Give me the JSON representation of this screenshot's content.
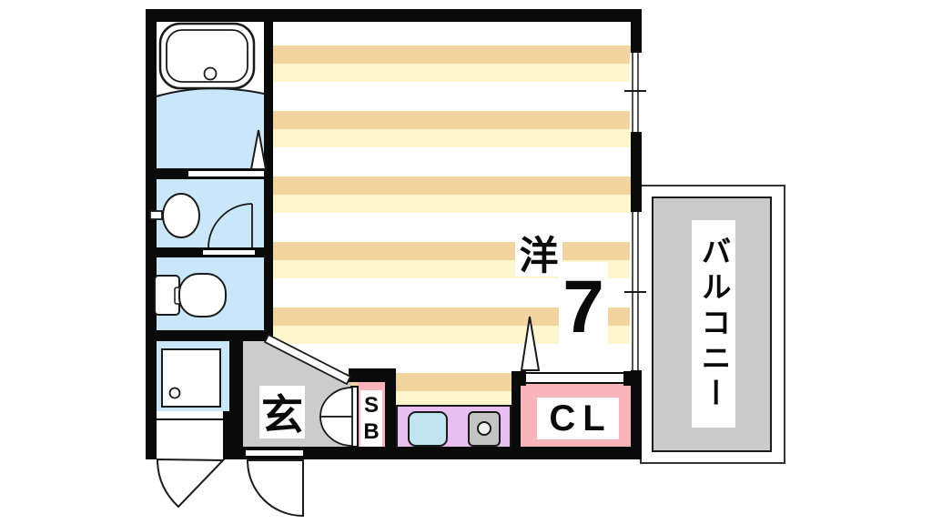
{
  "plan": {
    "rooms": {
      "living": {
        "label": "洋",
        "size": "7"
      },
      "entrance": {
        "label": "玄"
      },
      "closet": {
        "label": "CL"
      },
      "shoebox": {
        "lines": [
          "S",
          "B"
        ]
      },
      "balcony": {
        "label": "バルコニー"
      }
    },
    "colors": {
      "wet_floor_blue": "#c9e7f8",
      "stripe_cream": "#f1d4a0",
      "stripe_pale_yellow": "#fdf6ce",
      "entrance_gray": "#cccccc",
      "balcony_gray": "#cbcbcb",
      "closet_pink": "#f8b4ba",
      "kitchen_purple": "#e9bef0",
      "kitchen_sink_blue": "#c2e4f0",
      "wall_black": "#0a0a0a"
    }
  }
}
